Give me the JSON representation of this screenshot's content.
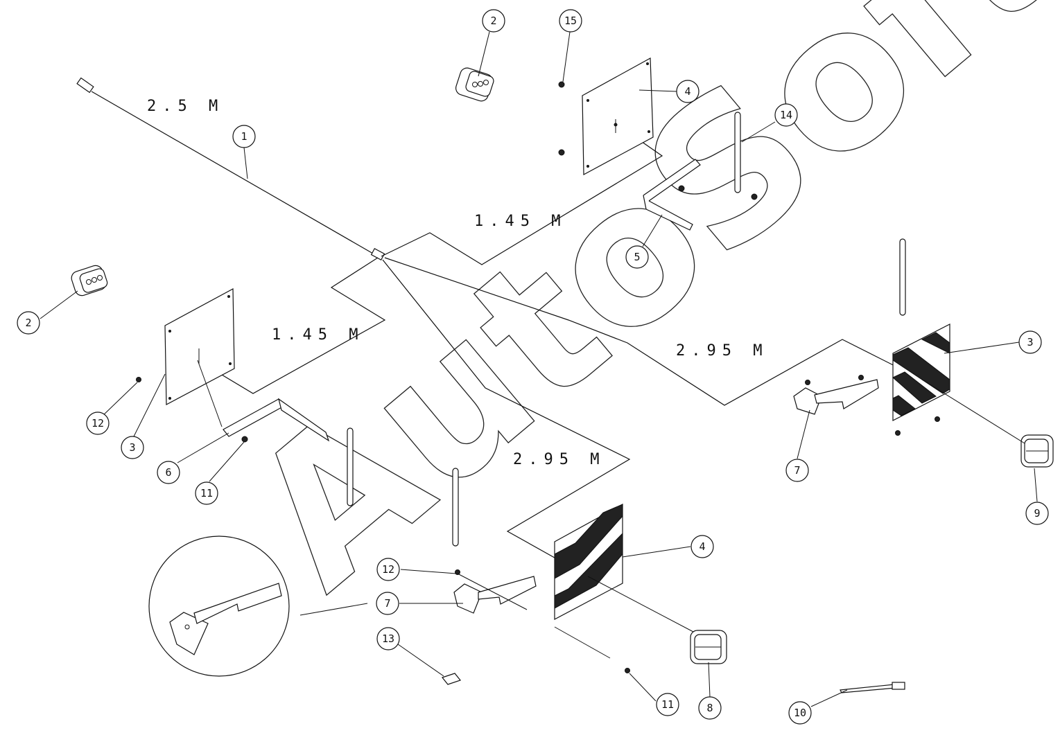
{
  "watermark": "AutoSoft",
  "dimensions": {
    "main_cable": "2.5 M",
    "upper_branch": "1.45 M",
    "left_branch": "1.45 M",
    "right_branch": "2.95 M",
    "lower_branch": "2.95 M"
  },
  "callouts": {
    "c1": "1",
    "c2_top": "2",
    "c2_left": "2",
    "c3_right": "3",
    "c3_left": "3",
    "c4_top": "4",
    "c4_bottom": "4",
    "c5": "5",
    "c6": "6",
    "c7_right": "7",
    "c7_bottom": "7",
    "c8": "8",
    "c9": "9",
    "c10": "10",
    "c11_left": "11",
    "c11_bottom": "11",
    "c12_left": "12",
    "c12_bottom": "12",
    "c13": "13",
    "c14": "14",
    "c15": "15"
  },
  "colors": {
    "ink": "#111111",
    "background": "#ffffff"
  }
}
